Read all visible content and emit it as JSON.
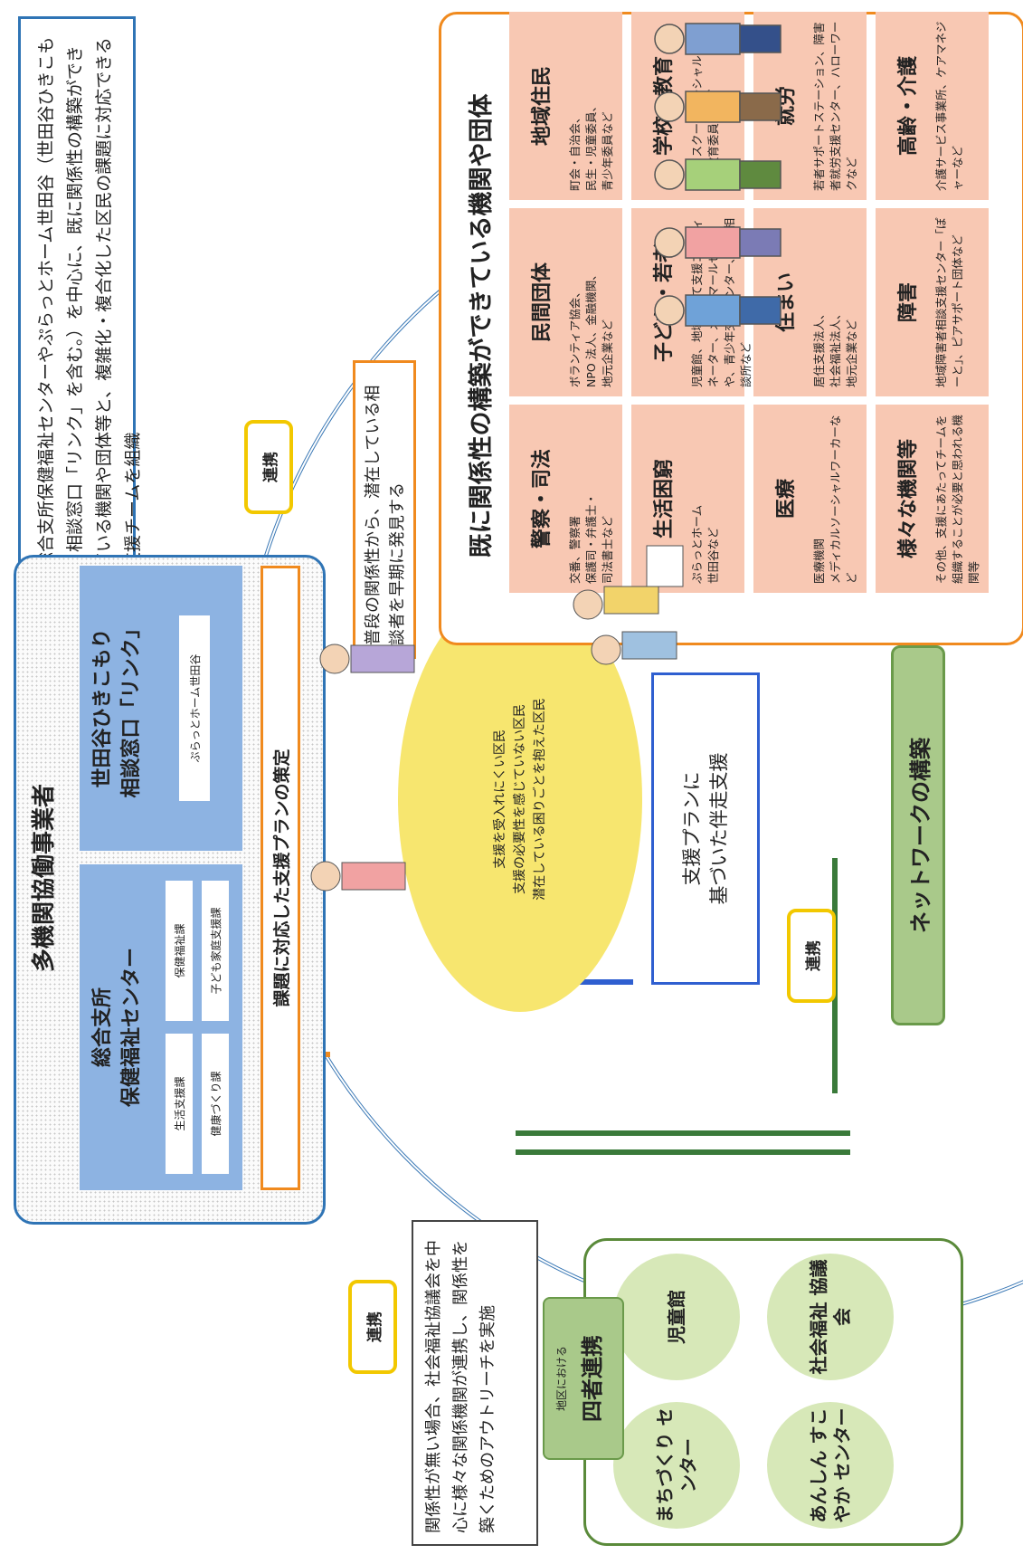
{
  "intro_text": "総合支所保健福祉センターやぷらっとホーム世田谷（世田谷ひきこもり相談窓口「リンク」を含む。）を中心に、既に関係性の構築ができている機関や団体等と、複雑化・複合化した区民の課題に対応できる支援チームを組織",
  "renkei_label": "連携",
  "multi_agency": {
    "title": "多機関協働事業者",
    "center_title": "総合支所\n保健福祉センター",
    "divisions": [
      "生活支援課",
      "保健福祉課",
      "健康づくり課",
      "子ども家庭支援課"
    ],
    "link_title": "世田谷ひきこもり\n相談窓口「リンク」",
    "link_sub": "ぷらっとホーム世田谷",
    "plan_label": "課題に対応した支援プランの策定"
  },
  "discover_text": "普段の関係性から、潜在している相談者を早期に発見する",
  "residents_text": "支援を受入れにくい区民\n支援の必要性を感じていない区民\n潜在している困りごとを抱えた区民",
  "accompany_text": "支援プランに\n基づいた伴走支援",
  "network_label": "ネットワークの構築",
  "outreach_text": "関係性が無い場合、社会福祉協議会を中心に様々な関係機関が連携し、関係性を築くためのアウトリーチを実施",
  "four_party": {
    "small": "地区における",
    "big": "四者連携",
    "members": [
      "まちづくり\nセンター",
      "児童館",
      "あんしん\nすこやか\nセンター",
      "社会福祉\n協議会"
    ]
  },
  "orgs": {
    "title": "既に関係性の構築ができている機関や団体",
    "cells": [
      {
        "title": "警察・司法",
        "desc": "交番、警察署\n保護司・弁護士・\n司法書士など"
      },
      {
        "title": "民間団体",
        "desc": "ボランティア協会、\nNPO 法人、金融機関、\n地元企業など"
      },
      {
        "title": "地域住民",
        "desc": "町会・自治会、\n民生・児童委員、\n青少年委員など"
      },
      {
        "title": "生活困窮",
        "desc": "ぷらっとホーム\n世田谷など"
      },
      {
        "title": "子ども・若者",
        "desc": "児童館、地域子育て支援コーディネーター、メルクマールせたがや、青少年交流センター、児童相談所など"
      },
      {
        "title": "学校・教育",
        "desc": "学校、スクールソーシャルワーカー、教育委員会など"
      },
      {
        "title": "医療",
        "desc": "医療機関\nメディカルソーシャルワーカーなど"
      },
      {
        "title": "住まい",
        "desc": "居住支援法人、\n社会福祉法人、\n地元企業など"
      },
      {
        "title": "就労",
        "desc": "若者サポートステーション、障害者就労支援センター、ハローワークなど"
      },
      {
        "title": "様々な機関等",
        "desc": "その他、支援にあたってチームを組織することが必要と思われる機関等"
      },
      {
        "title": "障害",
        "desc": "地域障害者相談支援センター「ぽーと」、ピアサポート団体など"
      },
      {
        "title": "高齢・介護",
        "desc": "介護サービス事業所、ケアマネジャーなど"
      }
    ]
  },
  "colors": {
    "ring": "#3a78b5",
    "multi_border": "#2f74b5",
    "orange": "#f08a1e",
    "salmon": "#f8c8b3",
    "green": "#a9c98a",
    "light_green": "#d7e8b8",
    "blue_box": "#8db3e2",
    "yellow": "#f7e66f"
  }
}
